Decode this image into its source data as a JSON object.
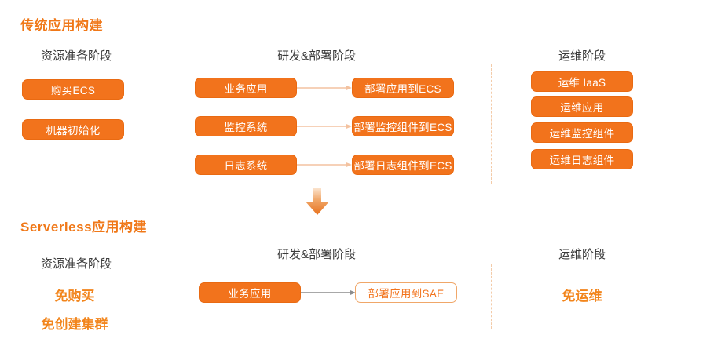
{
  "meta": {
    "background_color": "#FFFFFF",
    "accent_orange": "#F2731C",
    "accent_orange_light": "#F2851C",
    "divider_color": "#F3CBA8",
    "connector_color_top": "#F3C2A0",
    "connector_color_bottom": "#8C8C8C"
  },
  "sections": {
    "traditional": {
      "title": "传统应用构建",
      "columns": {
        "resource": {
          "header": "资源准备阶段",
          "items": [
            {
              "label": "购买ECS"
            },
            {
              "label": "机器初始化"
            }
          ]
        },
        "devdeploy": {
          "header": "研发&部署阶段",
          "rows": [
            {
              "source": "业务应用",
              "target": "部署应用到ECS"
            },
            {
              "source": "监控系统",
              "target": "部署监控组件到ECS"
            },
            {
              "source": "日志系统",
              "target": "部署日志组件到ECS"
            }
          ]
        },
        "ops": {
          "header": "运维阶段",
          "items": [
            {
              "label": "运维 IaaS"
            },
            {
              "label": "运维应用"
            },
            {
              "label": "运维监控组件"
            },
            {
              "label": "运维日志组件"
            }
          ]
        }
      }
    },
    "serverless": {
      "title": "Serverless应用构建",
      "columns": {
        "resource": {
          "header": "资源准备阶段",
          "highlights": [
            {
              "label": "免购买"
            },
            {
              "label": "免创建集群"
            }
          ]
        },
        "devdeploy": {
          "header": "研发&部署阶段",
          "rows": [
            {
              "source": "业务应用",
              "target": "部署应用到SAE"
            }
          ]
        },
        "ops": {
          "header": "运维阶段",
          "highlights": [
            {
              "label": "免运维"
            }
          ]
        }
      }
    }
  },
  "transition": {
    "icon": "down-arrow-icon"
  }
}
